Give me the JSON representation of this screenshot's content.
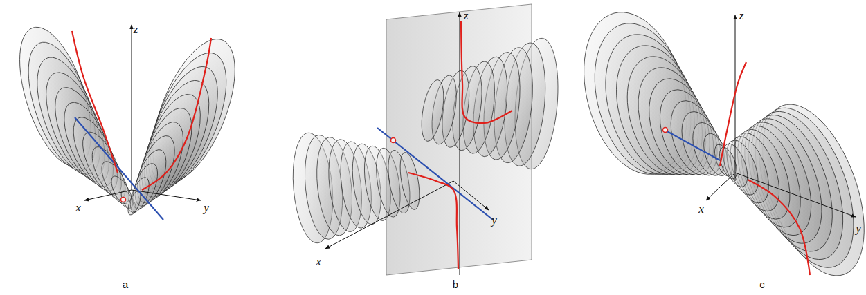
{
  "diagram": {
    "labels": [
      "z",
      "x",
      "y",
      "a",
      "z",
      "x",
      "y",
      "b",
      "z",
      "x",
      "y",
      "c"
    ]
  }
}
